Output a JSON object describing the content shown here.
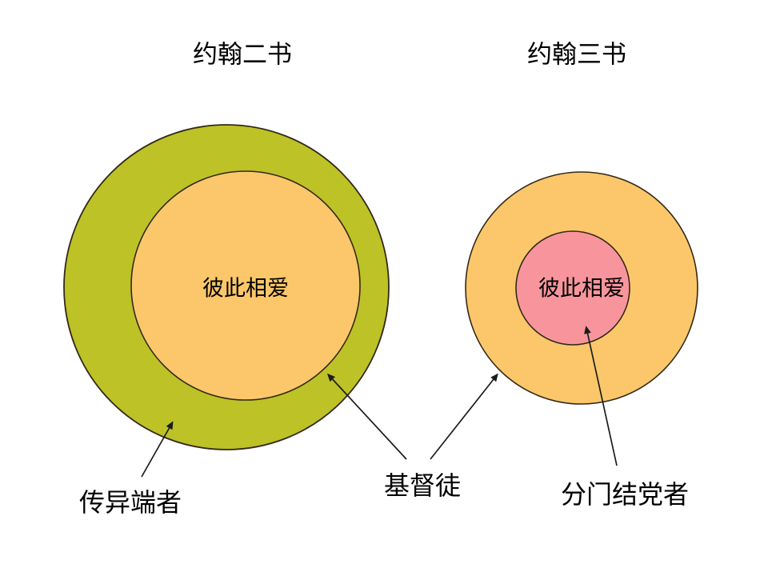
{
  "colors": {
    "background": "#ffffff",
    "olive_green": "#bdc226",
    "orange": "#fbc76a",
    "pink": "#f8959c",
    "outline": "#33291a",
    "arrow": "#1c1c1c",
    "text": "#000000"
  },
  "left_diagram": {
    "title": "约翰二书",
    "inner_circle_text": "彼此相爱",
    "outer_ring_label": "传异端者"
  },
  "right_diagram": {
    "title": "约翰三书",
    "inner_circle_text": "彼此相爱",
    "inner_circle_label": "分门结党者"
  },
  "shared": {
    "christians_label": "基督徒"
  }
}
